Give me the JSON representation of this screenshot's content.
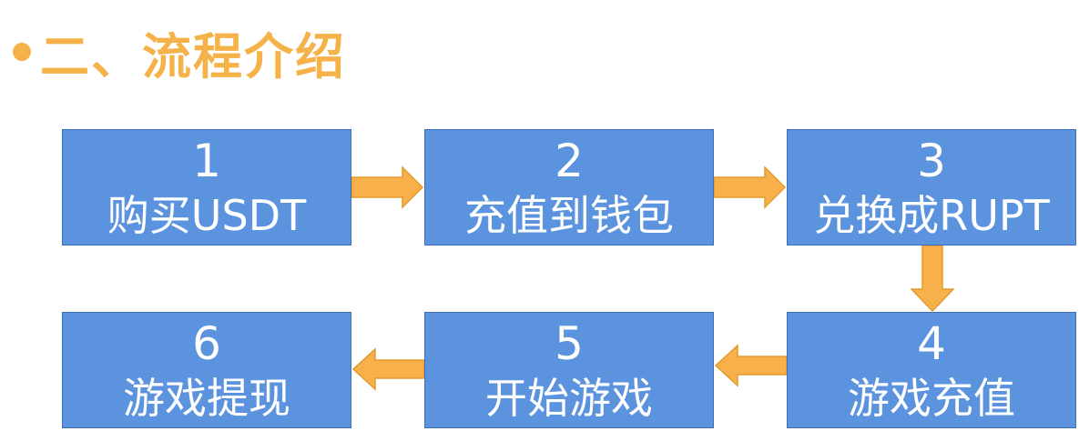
{
  "title": "二、流程介绍",
  "steps": [
    {
      "number": "1",
      "label": "购买USDT"
    },
    {
      "number": "2",
      "label": "充值到钱包"
    },
    {
      "number": "3",
      "label": "兑换成RUPT"
    },
    {
      "number": "4",
      "label": "游戏充值"
    },
    {
      "number": "5",
      "label": "开始游戏"
    },
    {
      "number": "6",
      "label": "游戏提现"
    }
  ],
  "colors": {
    "title": "#F5B249",
    "box_fill": "#5B93DE",
    "box_border": "#3C6FB6",
    "box_text": "#FFFFFF",
    "arrow_fill": "#F8B04B",
    "arrow_stroke": "#E39A2E"
  }
}
